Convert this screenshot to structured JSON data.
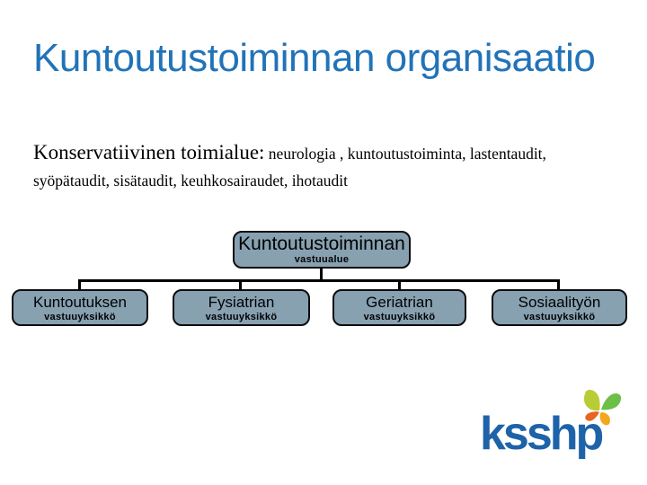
{
  "slide": {
    "title": "Kuntoutustoiminnan organisaatio",
    "body": {
      "lead": "Konservatiivinen toimialue:",
      "rest": " neurologia , kuntoutustoiminta, lastentaudit, syöpätaudit, sisätaudit, keuhkosairaudet, ihotaudit"
    }
  },
  "org_chart": {
    "root": {
      "label": "Kuntoutustoiminnan",
      "sublabel": "vastuualue"
    },
    "children": [
      {
        "label": "Kuntoutuksen",
        "sublabel": "vastuuyksikkö"
      },
      {
        "label": "Fysiatrian",
        "sublabel": "vastuuyksikkö"
      },
      {
        "label": "Geriatrian",
        "sublabel": "vastuuyksikkö"
      },
      {
        "label": "Sosiaalityön",
        "sublabel": "vastuuyksikkö"
      }
    ]
  },
  "logo": {
    "text": "ksshp",
    "icon": "butterfly-icon"
  },
  "colors": {
    "title_blue": "#2173B8",
    "body_text": "#000000",
    "box_fill": "#87A1B1",
    "box_border": "#0D0D0D",
    "connector": "#000000",
    "logo_blue": "#1E63A9",
    "butterfly_chartreuse": "#B8CD34",
    "butterfly_green": "#6CBF47",
    "butterfly_orange_red": "#E8641F",
    "butterfly_amber": "#F2A71E"
  }
}
